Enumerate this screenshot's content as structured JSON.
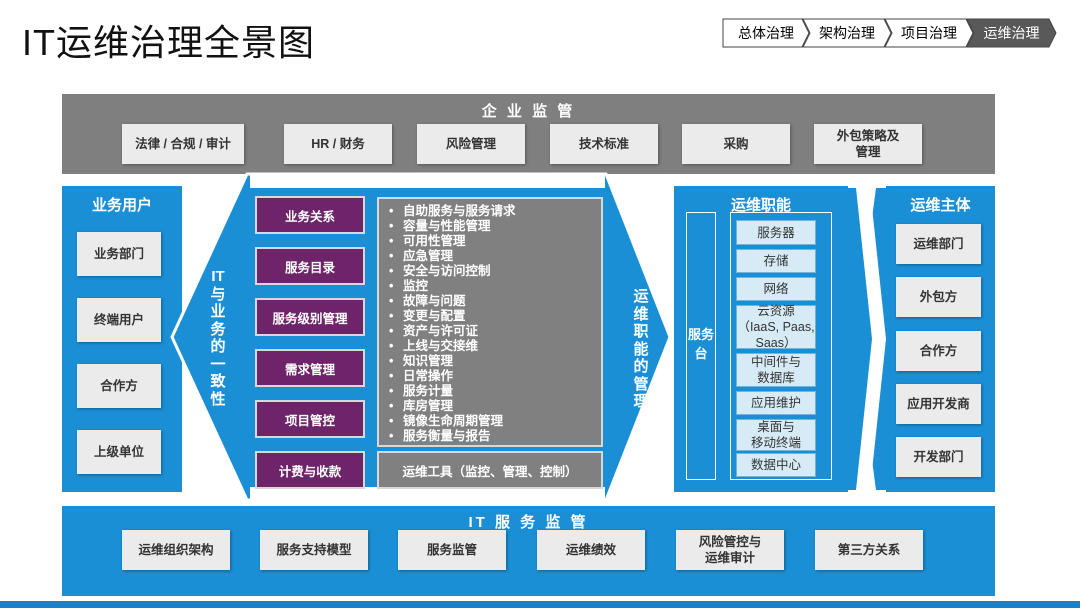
{
  "title": "IT运维治理全景图",
  "breadcrumb": [
    "总体治理",
    "架构治理",
    "项目治理",
    "运维治理"
  ],
  "enterprise": {
    "title": "企 业 监 管",
    "items": [
      "法律 / 合规 / 审计",
      "HR / 财务",
      "风险管理",
      "技术标准",
      "采购",
      "外包策略及\n管理"
    ]
  },
  "business_users": {
    "title": "业务用户",
    "items": [
      "业务部门",
      "终端用户",
      "合作方",
      "上级单位"
    ]
  },
  "alignment_label": "IT与业务的一致性",
  "services": {
    "items": [
      "业务关系",
      "服务目录",
      "服务级别管理",
      "需求管理",
      "项目管控",
      "计费与收款"
    ],
    "processes": [
      "自助服务与服务请求",
      "容量与性能管理",
      "可用性管理",
      "应急管理",
      "安全与访问控制",
      "监控",
      "故障与问题",
      "变更与配置",
      "资产与许可证",
      "上线与交接维",
      "知识管理",
      "日常操作",
      "服务计量",
      "库房管理",
      "镜像生命周期管理",
      "服务衡量与报告"
    ],
    "tools": "运维工具（监控、管理、控制）"
  },
  "ops_mgmt_label": "运维职能的管理",
  "ops_functions": {
    "title": "运维职能",
    "service_desk": "服务台",
    "items": [
      "服务器",
      "存储",
      "网络",
      "云资源\n（IaaS, Paas,\nSaas）",
      "中间件与\n数据库",
      "应用维护",
      "桌面与\n移动终端",
      "数据中心"
    ]
  },
  "ops_subjects": {
    "title": "运维主体",
    "items": [
      "运维部门",
      "外包方",
      "合作方",
      "应用开发商",
      "开发部门"
    ]
  },
  "it_service": {
    "title": "IT 服 务 监 管",
    "items": [
      "运维组织架构",
      "服务支持模型",
      "服务监管",
      "运维绩效",
      "风险管控与\n运维审计",
      "第三方关系"
    ]
  },
  "colors": {
    "blue": "#1b8fd6",
    "gray": "#7f7f7f",
    "purple": "#6d2469"
  }
}
